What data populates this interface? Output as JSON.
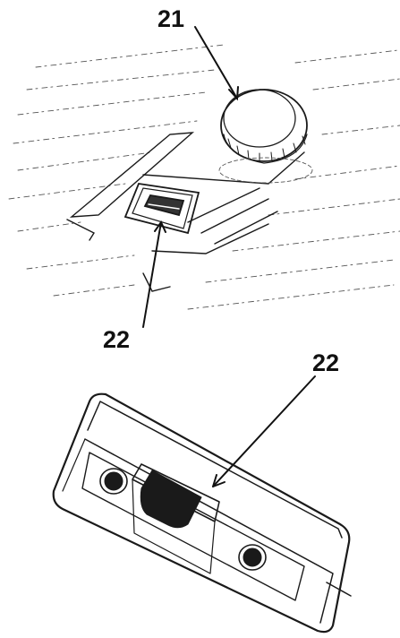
{
  "callouts": {
    "dial_label": "21",
    "connector_label_top": "22",
    "connector_label_bottom": "22"
  },
  "colors": {
    "ink": "#1a1a1a",
    "background": "#ffffff"
  }
}
